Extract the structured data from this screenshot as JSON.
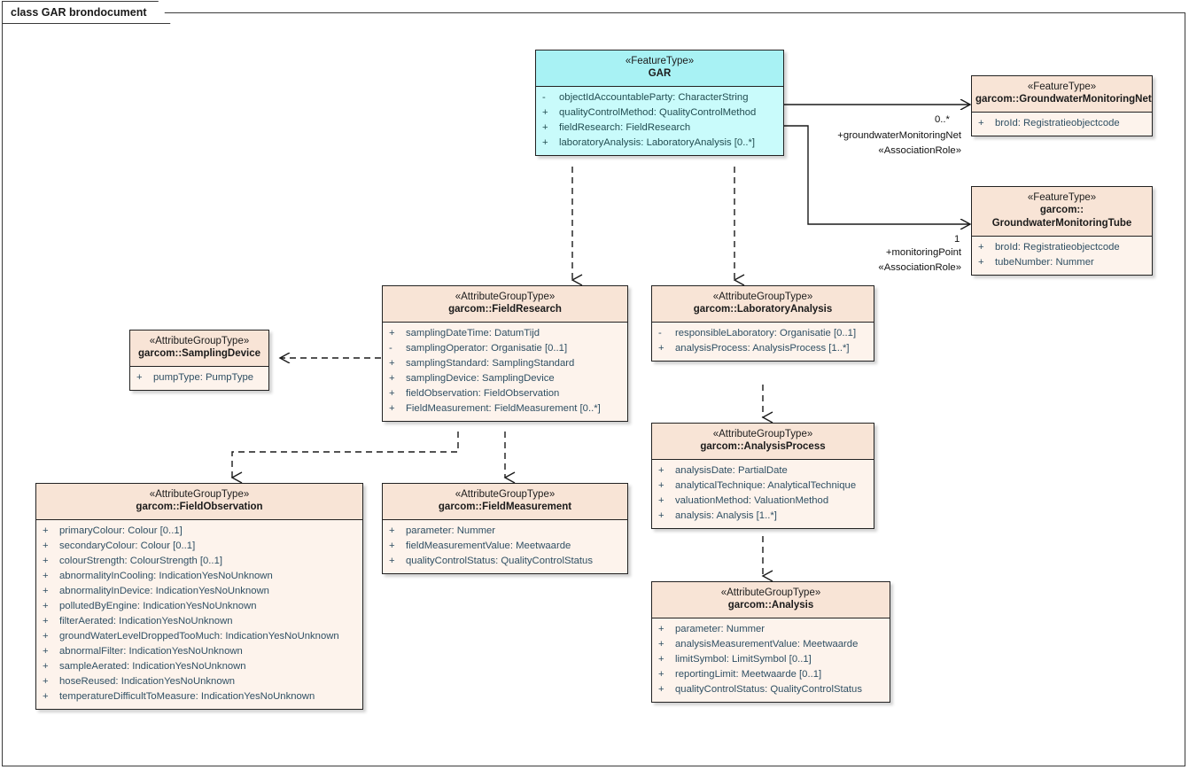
{
  "diagram": {
    "title": "class GAR brondocument",
    "colors": {
      "feature_type_accent": "#a8f2f4",
      "attribute_group_accent": "#f8e4d6",
      "body_fill": "#fdf3ec",
      "border": "#222222",
      "member_text": "#2f4f63"
    }
  },
  "classes": [
    {
      "id": "gar",
      "stereotype": "«FeatureType»",
      "name": "GAR",
      "name2": "",
      "attributes": [
        {
          "visibility": "-",
          "text": "objectIdAccountableParty: CharacterString"
        },
        {
          "visibility": "+",
          "text": "qualityControlMethod: QualityControlMethod"
        },
        {
          "visibility": "+",
          "text": "fieldResearch: FieldResearch"
        },
        {
          "visibility": "+",
          "text": "laboratoryAnalysis: LaboratoryAnalysis [0..*]"
        }
      ]
    },
    {
      "id": "gwmn",
      "stereotype": "«FeatureType»",
      "name": "garcom::GroundwaterMonitoringNet",
      "name2": "",
      "attributes": [
        {
          "visibility": "+",
          "text": "broId: Registratieobjectcode"
        }
      ]
    },
    {
      "id": "gwmt",
      "stereotype": "«FeatureType»",
      "name": "garcom::",
      "name2": "GroundwaterMonitoringTube",
      "attributes": [
        {
          "visibility": "+",
          "text": "broId: Registratieobjectcode"
        },
        {
          "visibility": "+",
          "text": "tubeNumber: Nummer"
        }
      ]
    },
    {
      "id": "fieldresearch",
      "stereotype": "«AttributeGroupType»",
      "name": "garcom::FieldResearch",
      "name2": "",
      "attributes": [
        {
          "visibility": "+",
          "text": "samplingDateTime: DatumTijd"
        },
        {
          "visibility": "-",
          "text": "samplingOperator: Organisatie [0..1]"
        },
        {
          "visibility": "+",
          "text": "samplingStandard: SamplingStandard"
        },
        {
          "visibility": "+",
          "text": "samplingDevice: SamplingDevice"
        },
        {
          "visibility": "+",
          "text": "fieldObservation: FieldObservation"
        },
        {
          "visibility": "+",
          "text": "FieldMeasurement: FieldMeasurement [0..*]"
        }
      ]
    },
    {
      "id": "labanalysis",
      "stereotype": "«AttributeGroupType»",
      "name": "garcom::LaboratoryAnalysis",
      "name2": "",
      "attributes": [
        {
          "visibility": "-",
          "text": "responsibleLaboratory: Organisatie [0..1]"
        },
        {
          "visibility": "+",
          "text": "analysisProcess: AnalysisProcess [1..*]"
        }
      ]
    },
    {
      "id": "samplingdevice",
      "stereotype": "«AttributeGroupType»",
      "name": "garcom::SamplingDevice",
      "name2": "",
      "attributes": [
        {
          "visibility": "+",
          "text": "pumpType: PumpType"
        }
      ]
    },
    {
      "id": "fieldobservation",
      "stereotype": "«AttributeGroupType»",
      "name": "garcom::FieldObservation",
      "name2": "",
      "attributes": [
        {
          "visibility": "+",
          "text": "primaryColour: Colour [0..1]"
        },
        {
          "visibility": "+",
          "text": "secondaryColour: Colour [0..1]"
        },
        {
          "visibility": "+",
          "text": "colourStrength: ColourStrength [0..1]"
        },
        {
          "visibility": "+",
          "text": "abnormalityInCooling: IndicationYesNoUnknown"
        },
        {
          "visibility": "+",
          "text": "abnormalityInDevice: IndicationYesNoUnknown"
        },
        {
          "visibility": "+",
          "text": "pollutedByEngine: IndicationYesNoUnknown"
        },
        {
          "visibility": "+",
          "text": "filterAerated: IndicationYesNoUnknown"
        },
        {
          "visibility": "+",
          "text": "groundWaterLevelDroppedTooMuch: IndicationYesNoUnknown"
        },
        {
          "visibility": "+",
          "text": "abnormalFilter: IndicationYesNoUnknown"
        },
        {
          "visibility": "+",
          "text": "sampleAerated: IndicationYesNoUnknown"
        },
        {
          "visibility": "+",
          "text": "hoseReused: IndicationYesNoUnknown"
        },
        {
          "visibility": "+",
          "text": "temperatureDifficultToMeasure: IndicationYesNoUnknown"
        }
      ]
    },
    {
      "id": "fieldmeasurement",
      "stereotype": "«AttributeGroupType»",
      "name": "garcom::FieldMeasurement",
      "name2": "",
      "attributes": [
        {
          "visibility": "+",
          "text": "parameter: Nummer"
        },
        {
          "visibility": "+",
          "text": "fieldMeasurementValue: Meetwaarde"
        },
        {
          "visibility": "+",
          "text": "qualityControlStatus: QualityControlStatus"
        }
      ]
    },
    {
      "id": "analysisprocess",
      "stereotype": "«AttributeGroupType»",
      "name": "garcom::AnalysisProcess",
      "name2": "",
      "attributes": [
        {
          "visibility": "+",
          "text": "analysisDate: PartialDate"
        },
        {
          "visibility": "+",
          "text": "analyticalTechnique: AnalyticalTechnique"
        },
        {
          "visibility": "+",
          "text": "valuationMethod: ValuationMethod"
        },
        {
          "visibility": "+",
          "text": "analysis: Analysis [1..*]"
        }
      ]
    },
    {
      "id": "analysis",
      "stereotype": "«AttributeGroupType»",
      "name": "garcom::Analysis",
      "name2": "",
      "attributes": [
        {
          "visibility": "+",
          "text": "parameter: Nummer"
        },
        {
          "visibility": "+",
          "text": "analysisMeasurementValue: Meetwaarde"
        },
        {
          "visibility": "+",
          "text": "limitSymbol: LimitSymbol [0..1]"
        },
        {
          "visibility": "+",
          "text": "reportingLimit: Meetwaarde [0..1]"
        },
        {
          "visibility": "+",
          "text": "qualityControlStatus: QualityControlStatus"
        }
      ]
    }
  ],
  "connector_labels": {
    "gwmn_multiplicity": "0..*",
    "gwmn_role": "+groundwaterMonitoringNet",
    "gwmn_stereotype": "«AssociationRole»",
    "gwmt_multiplicity": "1",
    "gwmt_role": "+monitoringPoint",
    "gwmt_stereotype": "«AssociationRole»"
  }
}
